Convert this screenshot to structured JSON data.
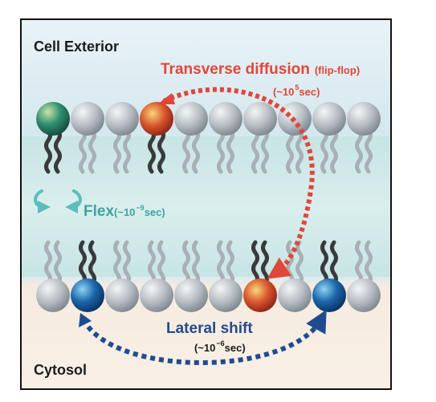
{
  "labels": {
    "cell_exterior": "Cell Exterior",
    "cytosol": "Cytosol",
    "transverse": {
      "main": "Transverse diffusion",
      "note": "(flip-flop)",
      "time_prefix": "(~10",
      "time_exp": "5",
      "time_suffix": "sec)"
    },
    "flex": {
      "main": "Flex",
      "time_prefix": "(~10",
      "time_exp": "−9",
      "time_suffix": "sec)"
    },
    "lateral": {
      "main": "Lateral shift",
      "time_prefix": "(~10",
      "time_exp": "−6",
      "time_suffix": "sec)"
    }
  },
  "colors": {
    "exterior": "#d7eaf2",
    "membrane_band": "#c4e3e3",
    "cytosol": "#f6ece1",
    "head_default": "#aeb6bc",
    "head_highlight_green": "#2e8a6c",
    "head_highlight_red": "#c53a2c",
    "head_highlight_blue": "#1e63a8",
    "tail_default": "#a9b0b5",
    "tail_dark": "#3c3c3c",
    "arrow_red": "#e0463a",
    "arrow_teal": "#5dbcbc",
    "arrow_navy": "#1f4c8f"
  },
  "membrane": {
    "upper_leaflet": [
      "green",
      "gray",
      "gray",
      "red",
      "gray",
      "gray",
      "gray",
      "gray",
      "gray",
      "gray"
    ],
    "lower_leaflet": [
      "gray",
      "blue",
      "gray",
      "gray",
      "gray",
      "gray",
      "red",
      "gray",
      "blue",
      "gray"
    ]
  }
}
